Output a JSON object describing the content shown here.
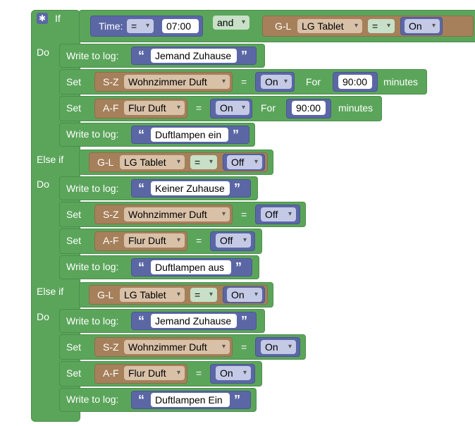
{
  "if_block": {
    "if_label": "If",
    "do_label": "Do",
    "else_if_label": "Else if",
    "gear_icon": "gear-icon"
  },
  "condition1": {
    "time_label": "Time:",
    "time_op": "=",
    "time_value": "07:00",
    "and_label": "and",
    "device_prefix": "G-L",
    "device_name": "LG Tablet",
    "op": "=",
    "state": "On"
  },
  "branch1": {
    "log1_label": "Write to log:",
    "log1_text": "Jemand Zuhause",
    "set1": {
      "label": "Set",
      "prefix": "S-Z",
      "device": "Wohnzimmer Duft",
      "op": "=",
      "state": "On",
      "for_label": "For",
      "duration": "90:00",
      "unit": "minutes"
    },
    "set2": {
      "label": "Set",
      "prefix": "A-F",
      "device": "Flur Duft",
      "op": "=",
      "state": "On",
      "for_label": "For",
      "duration": "90:00",
      "unit": "minutes"
    },
    "log2_label": "Write to log:",
    "log2_text": "Duftlampen ein"
  },
  "condition2": {
    "device_prefix": "G-L",
    "device_name": "LG Tablet",
    "op": "=",
    "state": "Off"
  },
  "branch2": {
    "log1_label": "Write to log:",
    "log1_text": "Keiner Zuhause",
    "set1": {
      "label": "Set",
      "prefix": "S-Z",
      "device": "Wohnzimmer Duft",
      "op": "=",
      "state": "Off"
    },
    "set2": {
      "label": "Set",
      "prefix": "A-F",
      "device": "Flur Duft",
      "op": "=",
      "state": "Off"
    },
    "log2_label": "Write to log:",
    "log2_text": "Duftlampen aus"
  },
  "condition3": {
    "device_prefix": "G-L",
    "device_name": "LG Tablet",
    "op": "=",
    "state": "On"
  },
  "branch3": {
    "log1_label": "Write to log:",
    "log1_text": "Jemand Zuhause",
    "set1": {
      "label": "Set",
      "prefix": "S-Z",
      "device": "Wohnzimmer Duft",
      "op": "=",
      "state": "On"
    },
    "set2": {
      "label": "Set",
      "prefix": "A-F",
      "device": "Flur Duft",
      "op": "=",
      "state": "On"
    },
    "log2_label": "Write to log:",
    "log2_text": "Duftlampen Ein"
  },
  "quote_open": "“",
  "quote_close": "”",
  "colors": {
    "logic_green": "#5ba55b",
    "value_blue": "#5b67a5",
    "device_brown": "#a5805b"
  }
}
